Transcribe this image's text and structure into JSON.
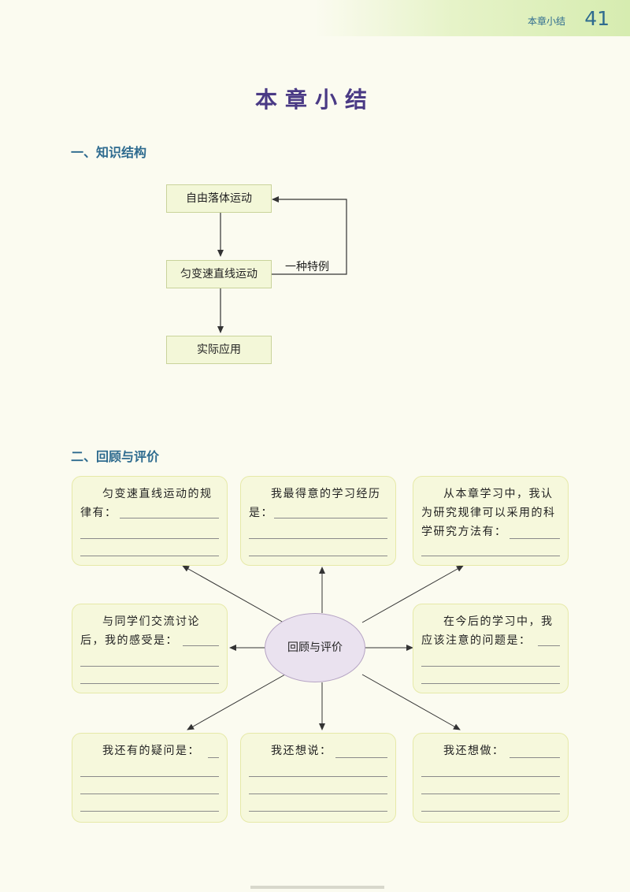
{
  "header": {
    "chapter_label": "本章小结",
    "page_number": "41"
  },
  "title": "本章小结",
  "section1": {
    "heading": "一、知识结构",
    "nodes": [
      "自由落体运动",
      "匀变速直线运动",
      "实际应用"
    ],
    "loop_label": "一种特例"
  },
  "section2": {
    "heading": "二、回顾与评价",
    "center": "回顾与评价",
    "cards": [
      "匀变速直线运动的规律有：",
      "我最得意的学习经历是：",
      "从本章学习中，我认为研究规律可以采用的科学研究方法有：",
      "与同学们交流讨论后，我的感受是：",
      "在今后的学习中，我应该注意的问题是：",
      "我还有的疑问是：",
      "我还想说：",
      "我还想做："
    ]
  },
  "colors": {
    "accent_blue": "#2e6b8f",
    "title_purple": "#4a3a85",
    "card_fill": "#f6f8dc",
    "ellipse_fill": "#eae2ef"
  }
}
